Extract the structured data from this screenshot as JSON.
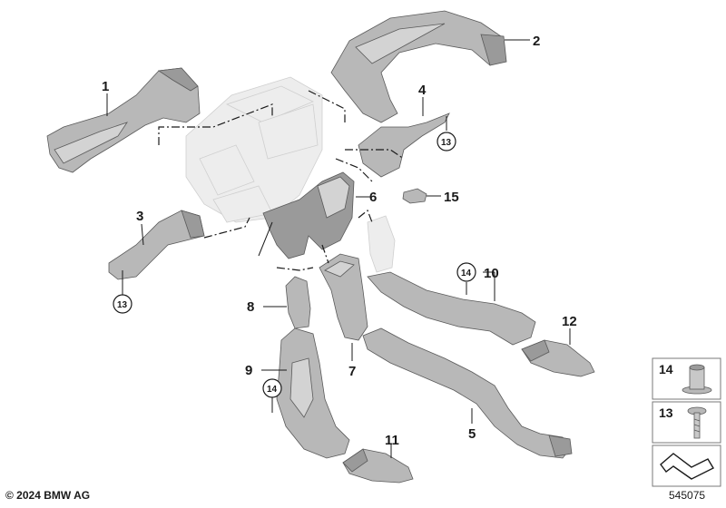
{
  "callouts": [
    {
      "id": "1",
      "label": "1"
    },
    {
      "id": "2",
      "label": "2"
    },
    {
      "id": "3",
      "label": "3"
    },
    {
      "id": "4",
      "label": "4"
    },
    {
      "id": "5",
      "label": "5"
    },
    {
      "id": "6",
      "label": "6"
    },
    {
      "id": "7",
      "label": "7"
    },
    {
      "id": "8",
      "label": "8"
    },
    {
      "id": "9",
      "label": "9"
    },
    {
      "id": "10",
      "label": "10"
    },
    {
      "id": "11",
      "label": "11"
    },
    {
      "id": "12",
      "label": "12"
    },
    {
      "id": "15",
      "label": "15"
    }
  ],
  "circled_callouts": {
    "c13_a": "13",
    "c13_b": "13",
    "c14_a": "14",
    "c14_b": "14"
  },
  "legend": {
    "item_14": "14",
    "item_13": "13"
  },
  "copyright": "© 2024 BMW AG",
  "diagram_number": "545075",
  "colors": {
    "part_dark": "#9a9a9a",
    "part_mid": "#b8b8b8",
    "part_light": "#d3d3d3",
    "ghost": "#ededed",
    "line": "#1a1a1a"
  }
}
